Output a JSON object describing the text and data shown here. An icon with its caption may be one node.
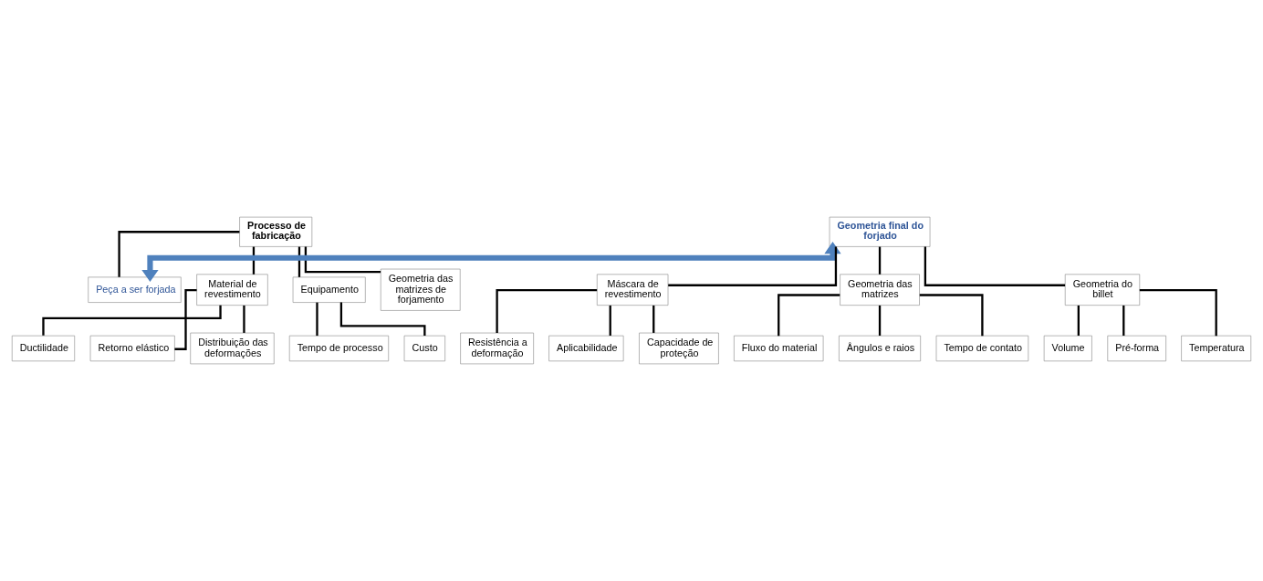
{
  "diagram": {
    "nodes": [
      {
        "text": [
          "Processo de fabricação"
        ]
      },
      {
        "text": [
          "Peça a ser forjada"
        ]
      },
      {
        "text": [
          "Geometria final do forjado"
        ]
      },
      {
        "text": [
          "Material de revestimento"
        ]
      },
      {
        "text": [
          "Equipamento"
        ]
      },
      {
        "text": [
          "Geometria das matrizes de forjamento"
        ]
      },
      {
        "text": [
          "Ductilidade"
        ]
      },
      {
        "text": [
          "Retorno elástico"
        ]
      },
      {
        "text": [
          "Distribuição das deformações"
        ]
      },
      {
        "text": [
          "Tempo de processo"
        ]
      },
      {
        "text": [
          "Custo"
        ]
      },
      {
        "text": [
          "Máscara de revestimento"
        ]
      },
      {
        "text": [
          "Geometria das matrizes"
        ]
      },
      {
        "text": [
          "Geometria do billet"
        ]
      },
      {
        "text": [
          "Resistência a deformação"
        ]
      },
      {
        "text": [
          "Aplicabilidade"
        ]
      },
      {
        "text": [
          "Capacidade de proteção"
        ]
      },
      {
        "text": [
          "Fluxo do material"
        ]
      },
      {
        "text": [
          "Ângulos e raios"
        ]
      },
      {
        "text": [
          "Tempo de contato"
        ]
      },
      {
        "text": [
          "Volume"
        ]
      },
      {
        "text": [
          "Pré-forma"
        ]
      },
      {
        "text": [
          "Temperatura"
        ]
      }
    ],
    "edges": [
      {
        "from": 0,
        "to": 1,
        "arrow": "none"
      },
      {
        "from": 1,
        "to": 2,
        "arrow": "both",
        "style": "thick",
        "color": "#4f81bd"
      },
      {
        "from": 0,
        "to": 3,
        "arrow": "none"
      },
      {
        "from": 0,
        "to": 4,
        "arrow": "none"
      },
      {
        "from": 0,
        "to": 5,
        "arrow": "none"
      },
      {
        "from": 3,
        "to": 6,
        "arrow": "none"
      },
      {
        "from": 3,
        "to": 7,
        "arrow": "none"
      },
      {
        "from": 3,
        "to": 8,
        "arrow": "none"
      },
      {
        "from": 4,
        "to": 9,
        "arrow": "none"
      },
      {
        "from": 4,
        "to": 10,
        "arrow": "none"
      },
      {
        "from": 2,
        "to": 11,
        "arrow": "none"
      },
      {
        "from": 2,
        "to": 12,
        "arrow": "none"
      },
      {
        "from": 2,
        "to": 13,
        "arrow": "none"
      },
      {
        "from": 11,
        "to": 14,
        "arrow": "none"
      },
      {
        "from": 11,
        "to": 15,
        "arrow": "none"
      },
      {
        "from": 11,
        "to": 16,
        "arrow": "none"
      },
      {
        "from": 12,
        "to": 17,
        "arrow": "none"
      },
      {
        "from": 12,
        "to": 18,
        "arrow": "none"
      },
      {
        "from": 12,
        "to": 19,
        "arrow": "none"
      },
      {
        "from": 13,
        "to": 20,
        "arrow": "none"
      },
      {
        "from": 13,
        "to": 21,
        "arrow": "none"
      },
      {
        "from": 13,
        "to": 22,
        "arrow": "none"
      }
    ]
  }
}
